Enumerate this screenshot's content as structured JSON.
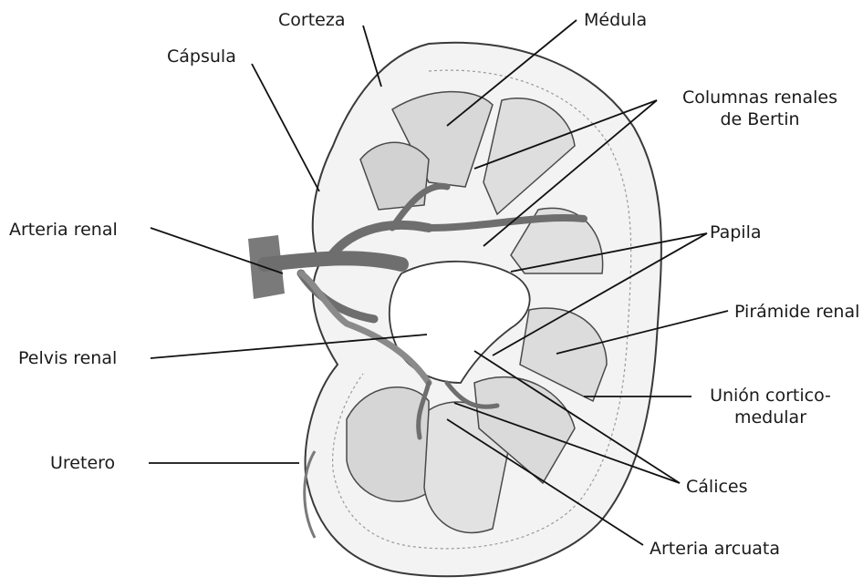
{
  "labels": {
    "corteza": "Corteza",
    "medula": "Médula",
    "capsula": "Cápsula",
    "columnas_line1": "Columnas renales",
    "columnas_line2": "de Bertin",
    "arteria_renal": "Arteria renal",
    "papila": "Papila",
    "piramide": "Pirámide renal",
    "pelvis": "Pelvis renal",
    "union_line1": "Unión cortico-",
    "union_line2": "medular",
    "uretero": "Uretero",
    "calices": "Cálices",
    "arteria_arcuata": "Arteria arcuata"
  },
  "colors": {
    "outline": "#3a3a3a",
    "vessel": "#6e6e6e",
    "cortex_shade": "#efefef",
    "pyramid_shade": "#dcdcdc",
    "leader_line": "#111111",
    "text": "#1a1a1a"
  }
}
